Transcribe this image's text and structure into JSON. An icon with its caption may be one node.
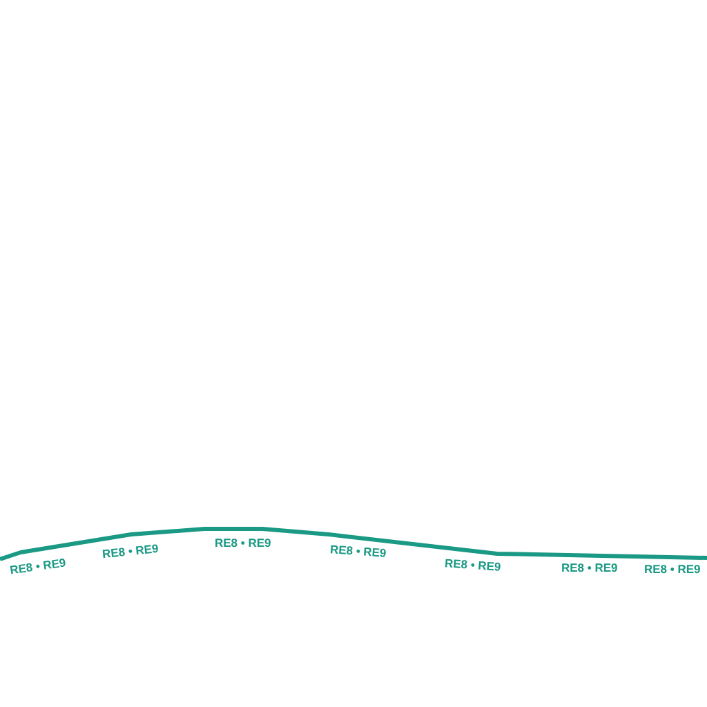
{
  "diagram": {
    "labels": [
      "RE8 • RE9",
      "RE8 • RE9",
      "RE8 • RE9",
      "RE8 • RE9",
      "RE8 • RE9",
      "RE8 • RE9",
      "RE8 • RE9"
    ]
  }
}
